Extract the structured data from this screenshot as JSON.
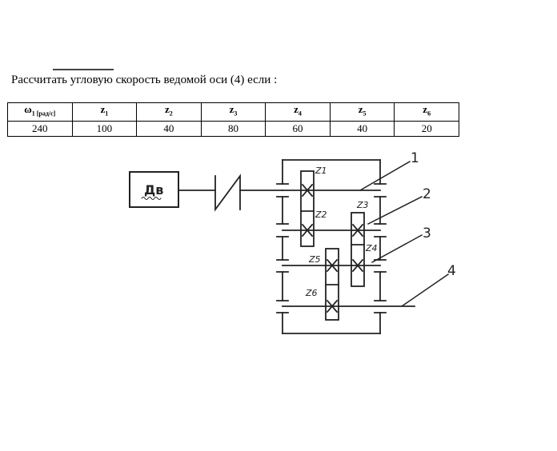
{
  "task_text": "Рассчитать угловую скорость ведомой оси (4) если :",
  "table": {
    "headers": [
      {
        "base": "ω",
        "sub": "1 [рад/с]"
      },
      {
        "base": "z",
        "sub": "1"
      },
      {
        "base": "z",
        "sub": "2"
      },
      {
        "base": "z",
        "sub": "3"
      },
      {
        "base": "z",
        "sub": "4"
      },
      {
        "base": "z",
        "sub": "5"
      },
      {
        "base": "z",
        "sub": "6"
      }
    ],
    "values": [
      "240",
      "100",
      "40",
      "80",
      "60",
      "40",
      "20"
    ]
  },
  "diagram": {
    "motor_label": "Дв",
    "gear_labels": {
      "z1": "Z1",
      "z2": "Z2",
      "z3": "Z3",
      "z4": "Z4",
      "z5": "Z5",
      "z6": "Z6"
    },
    "shaft_labels": {
      "s1": "1",
      "s2": "2",
      "s3": "3",
      "s4": "4"
    }
  }
}
